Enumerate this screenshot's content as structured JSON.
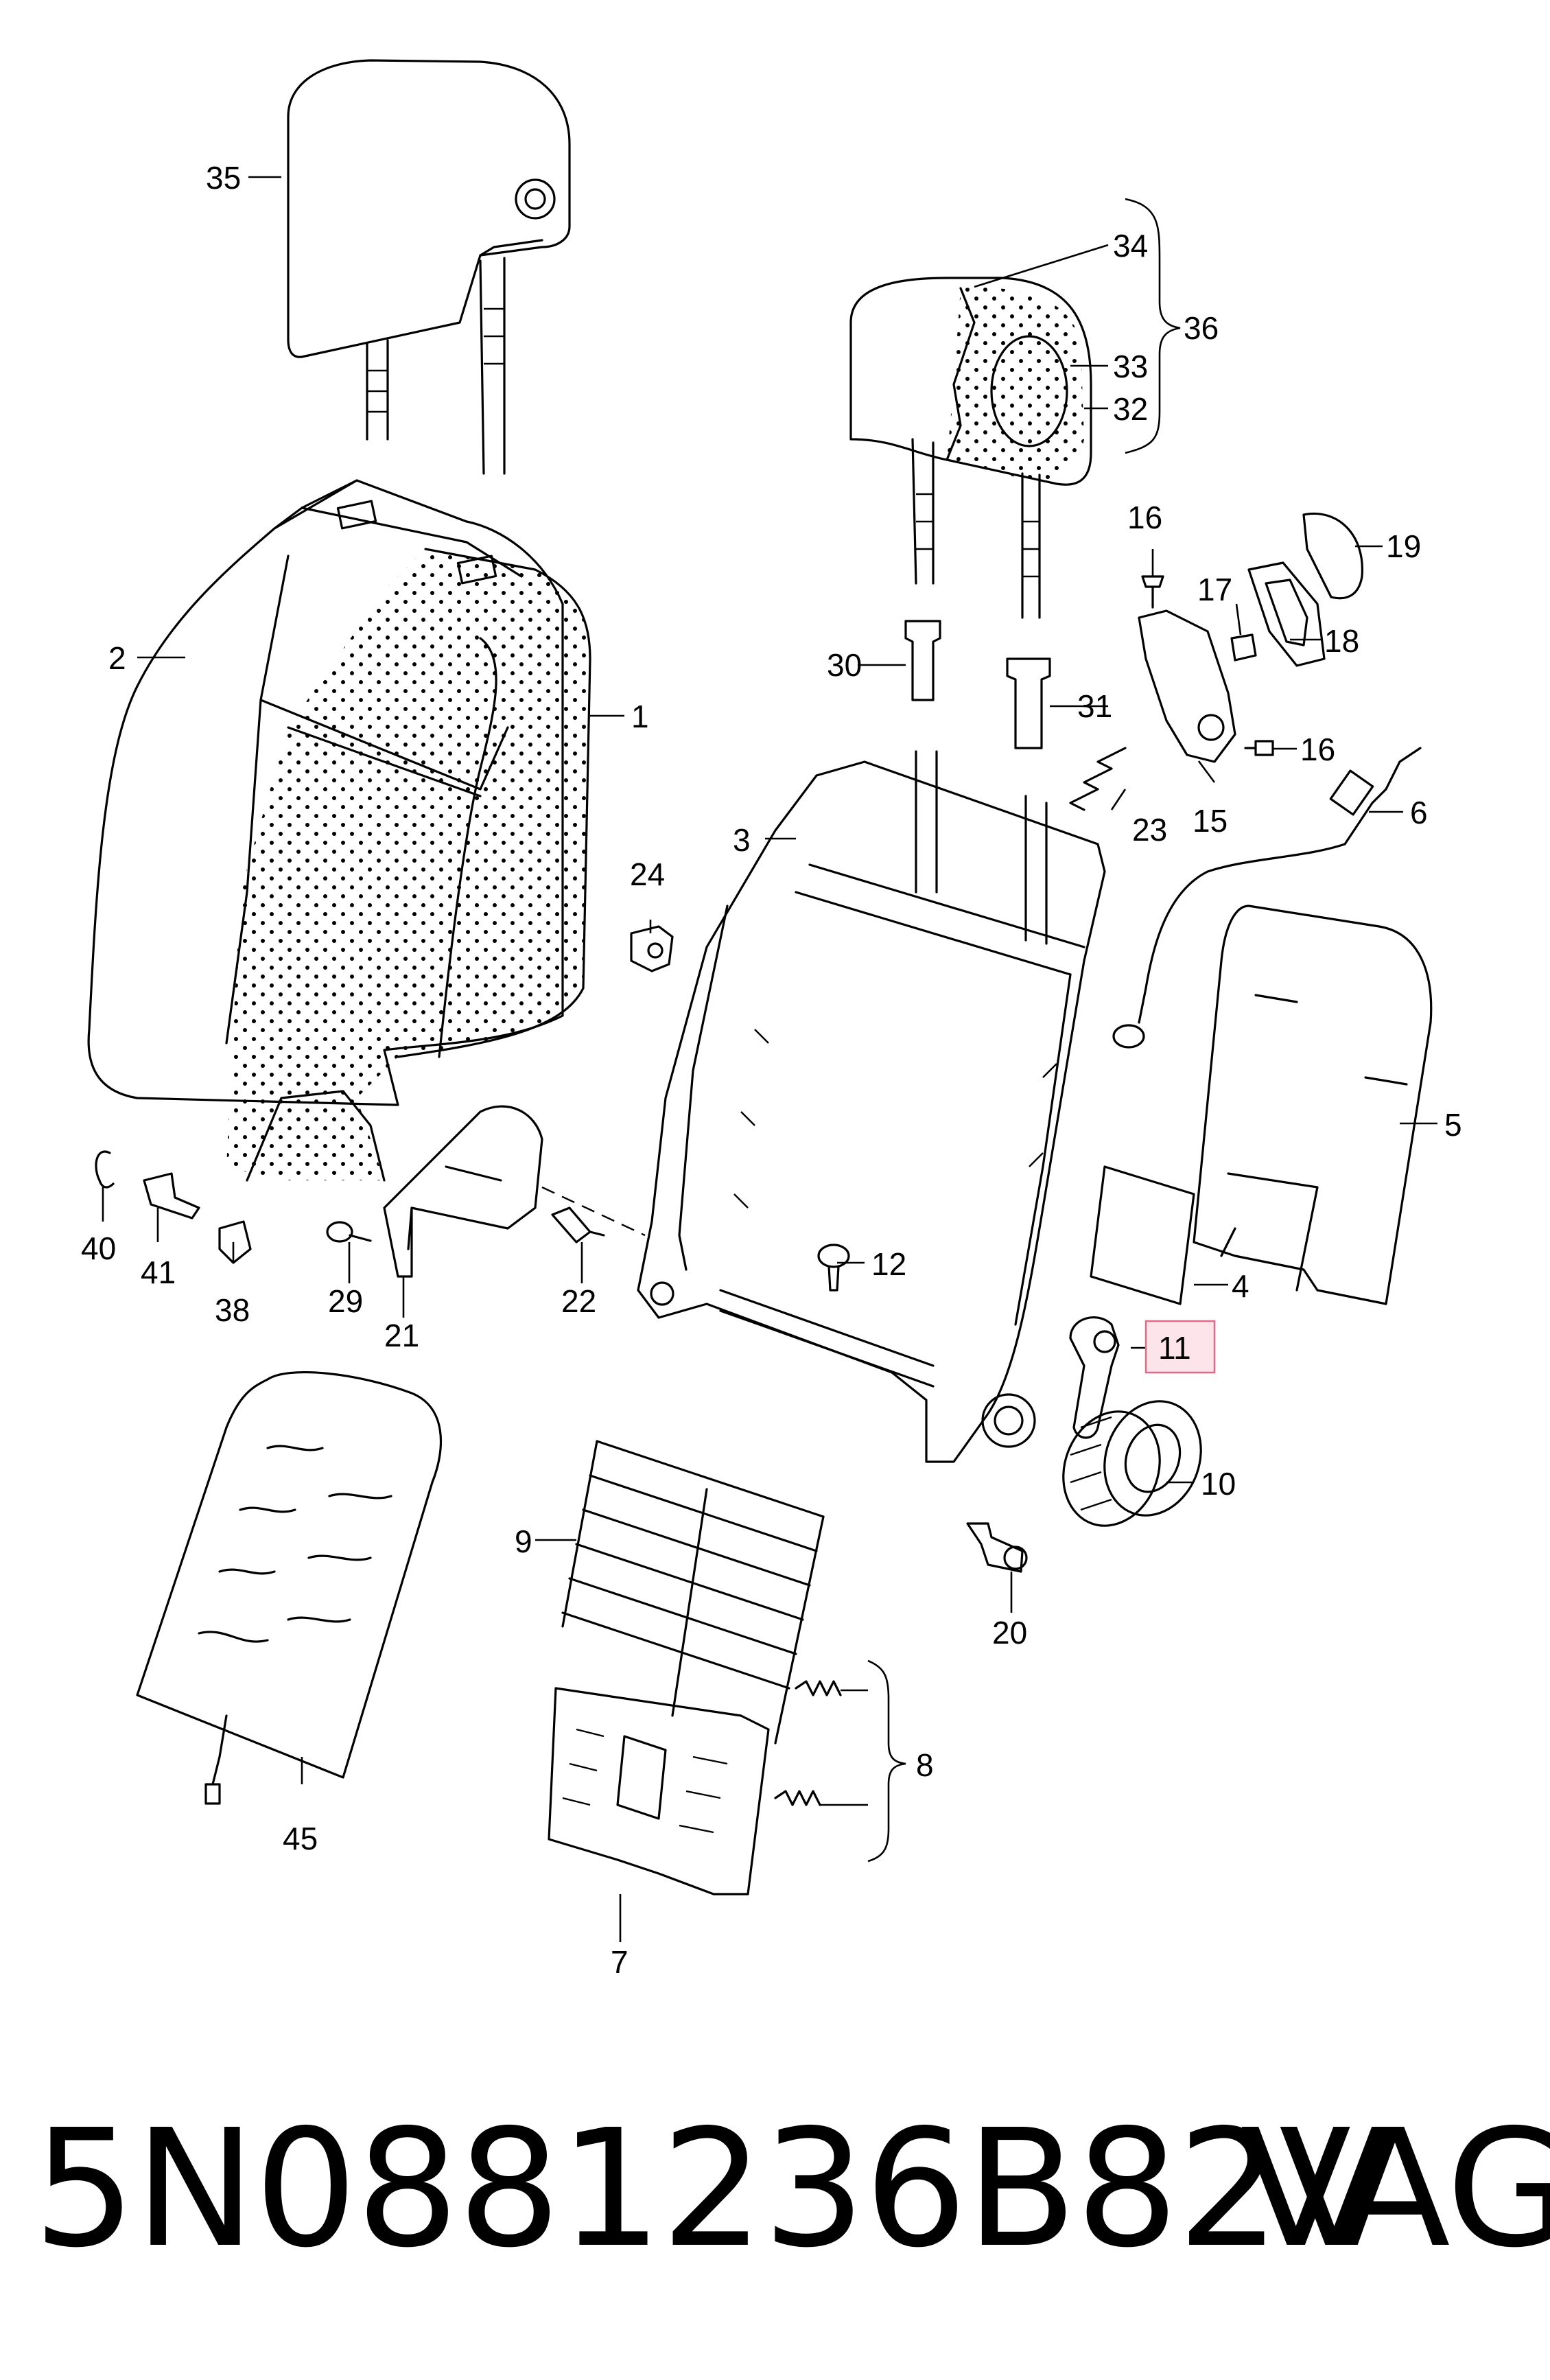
{
  "labels": {
    "l1": "1",
    "l2": "2",
    "l3": "3",
    "l4": "4",
    "l5": "5",
    "l6": "6",
    "l7": "7",
    "l8": "8",
    "l9": "9",
    "l10": "10",
    "l11": "11",
    "l12": "12",
    "l15": "15",
    "l16a": "16",
    "l16b": "16",
    "l17": "17",
    "l18": "18",
    "l19": "19",
    "l20": "20",
    "l21": "21",
    "l22": "22",
    "l23": "23",
    "l24": "24",
    "l29": "29",
    "l30": "30",
    "l31": "31",
    "l32": "32",
    "l33": "33",
    "l34": "34",
    "l35": "35",
    "l36": "36",
    "l38": "38",
    "l40": "40",
    "l41": "41",
    "l45": "45"
  },
  "highlighted_label": "11",
  "footer": {
    "part_number": "5N0881236B82V",
    "brand": "VAG"
  },
  "colors": {
    "highlight_fill": "#fde4ea",
    "highlight_stroke": "#e06a8a",
    "ink": "#000000"
  }
}
